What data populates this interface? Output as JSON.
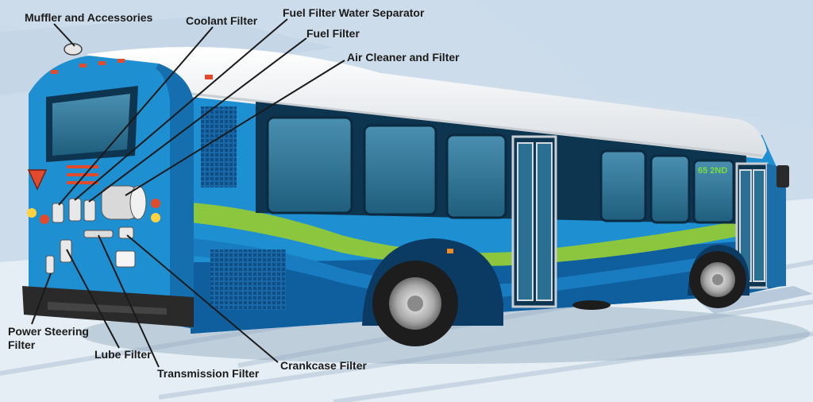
{
  "labels": {
    "muffler": "Muffler and Accessories",
    "coolant": "Coolant Filter",
    "fuel_water": "Fuel Filter Water Separator",
    "fuel": "Fuel Filter",
    "air": "Air Cleaner and Filter",
    "power_steering_1": "Power Steering",
    "power_steering_2": "Filter",
    "lube": "Lube Filter",
    "transmission": "Transmission Filter",
    "crankcase": "Crankcase Filter"
  },
  "destination_sign": "65 2ND",
  "colors": {
    "body_blue": "#1e8fd0",
    "body_dark_blue": "#0f5f9e",
    "stripe_green": "#8cc63f",
    "roof_white": "#f4f6f8",
    "leader_line": "#1a1a1a",
    "window_glass": "#2b6f92"
  }
}
